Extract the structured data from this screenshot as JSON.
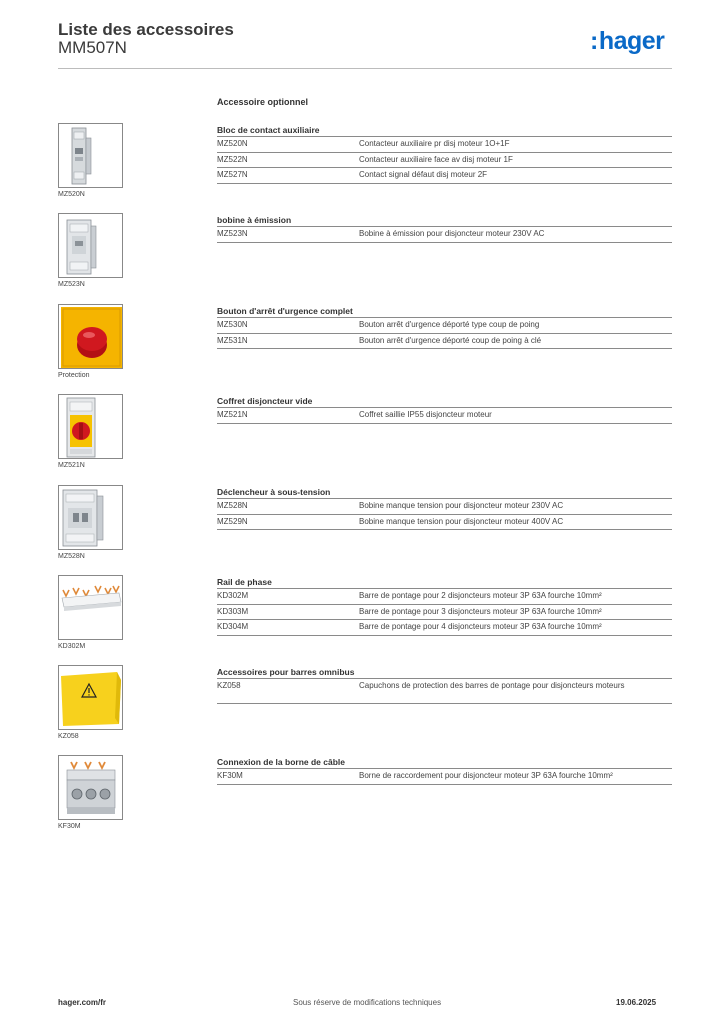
{
  "header": {
    "title": "Liste des accessoires",
    "subtitle": "MM507N",
    "logo": "hager",
    "brand_color": "#0a69c7"
  },
  "section_title": "Accessoire optionnel",
  "groups": [
    {
      "title": "Bloc de contact auxiliaire",
      "caption": "MZ520N",
      "icon": "auxiliary-contact-image",
      "rows": [
        {
          "code": "MZ520N",
          "desc": "Contacteur auxiliaire pr disj moteur 1O+1F"
        },
        {
          "code": "MZ522N",
          "desc": "Contacteur auxiliaire face av disj moteur 1F"
        },
        {
          "code": "MZ527N",
          "desc": "Contact signal défaut disj moteur 2F"
        }
      ]
    },
    {
      "title": "bobine à émission",
      "caption": "MZ523N",
      "icon": "shunt-trip-image",
      "rows": [
        {
          "code": "MZ523N",
          "desc": "Bobine à émission pour disjoncteur moteur 230V AC"
        }
      ]
    },
    {
      "title": "Bouton d'arrêt d'urgence complet",
      "caption": "Protection",
      "icon": "emergency-stop-image",
      "rows": [
        {
          "code": "MZ530N",
          "desc": "Bouton arrêt d'urgence déporté type coup de poing"
        },
        {
          "code": "MZ531N",
          "desc": "Bouton arrêt d'urgence déporté coup de poing à clé"
        }
      ]
    },
    {
      "title": "Coffret disjoncteur vide",
      "caption": "MZ521N",
      "icon": "enclosure-image",
      "rows": [
        {
          "code": "MZ521N",
          "desc": "Coffret saillie IP55 disjoncteur moteur"
        }
      ]
    },
    {
      "title": "Déclencheur à sous-tension",
      "caption": "MZ528N",
      "icon": "undervoltage-release-image",
      "rows": [
        {
          "code": "MZ528N",
          "desc": "Bobine manque tension pour disjoncteur moteur 230V AC"
        },
        {
          "code": "MZ529N",
          "desc": "Bobine manque tension pour disjoncteur moteur 400V AC"
        }
      ]
    },
    {
      "title": "Rail de phase",
      "caption": "KD302M",
      "icon": "busbar-image",
      "rows": [
        {
          "code": "KD302M",
          "desc": "Barre de pontage pour 2 disjoncteurs moteur 3P 63A fourche 10mm²"
        },
        {
          "code": "KD303M",
          "desc": "Barre de pontage pour 3 disjoncteurs moteur 3P 63A fourche 10mm²"
        },
        {
          "code": "KD304M",
          "desc": "Barre de pontage pour 4 disjoncteurs moteur 3P 63A fourche 10mm²"
        }
      ]
    },
    {
      "title": "Accessoires pour barres omnibus",
      "caption": "KZ058",
      "icon": "protection-cap-image",
      "rows": [
        {
          "code": "KZ058",
          "desc": "Capuchons de protection des barres de pontage pour disjoncteurs moteurs"
        }
      ]
    },
    {
      "title": "Connexion de la borne de câble",
      "caption": "KF30M",
      "icon": "terminal-block-image",
      "rows": [
        {
          "code": "KF30M",
          "desc": "Borne de raccordement pour disjoncteur moteur 3P 63A fourche 10mm²"
        }
      ]
    }
  ],
  "footer": {
    "website": "hager.com/fr",
    "notice": "Sous réserve de modifications techniques",
    "date": "19.06.2025"
  }
}
